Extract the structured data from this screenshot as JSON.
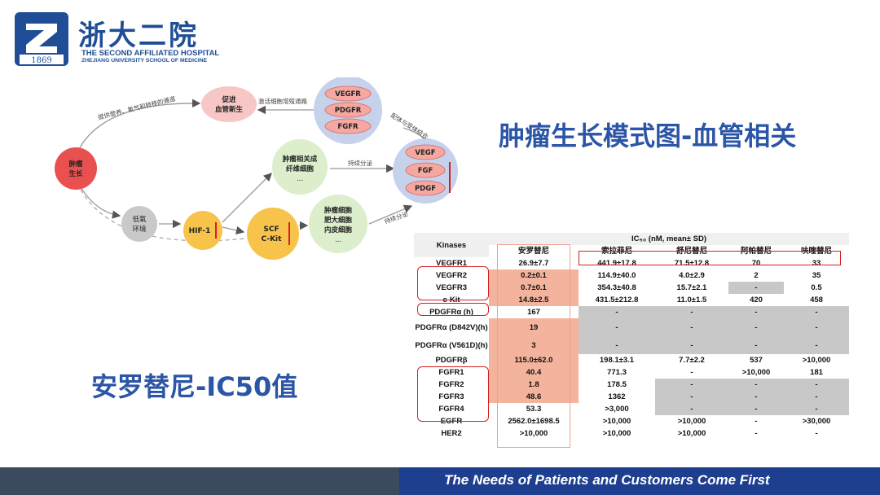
{
  "header": {
    "logo_year": "1869",
    "logo_cn": "浙大二院",
    "logo_en_line1": "THE SECOND AFFILIATED HOSPITAL",
    "logo_en_line2": "ZHEJIANG UNIVERSITY SCHOOL OF MEDICINE"
  },
  "slide": {
    "title_right": "肿瘤生长模式图-血管相关",
    "title_left": "安罗替尼-IC50值",
    "footer": "The Needs of Patients and Customers Come First"
  },
  "diagram": {
    "tumor": [
      "肿瘤",
      "生长"
    ],
    "hypoxia": [
      "低氧",
      "环境"
    ],
    "hif": "HIF-1",
    "scf": [
      "SCF",
      "C-Kit"
    ],
    "fibro": [
      "肿瘤相关成",
      "纤维细胞",
      "..."
    ],
    "mast": [
      "肿瘤细胞",
      "肥大细胞",
      "内皮细胞",
      "..."
    ],
    "angio": [
      "促进",
      "血管新生"
    ],
    "cluster_top": [
      "VEGFR",
      "PDGFR",
      "FGFR"
    ],
    "cluster_right": [
      "VEGF",
      "FGF",
      "PDGF"
    ],
    "arrow_nutrients": "提供营养、氧气和转移的通道",
    "arrow_activate": "激活细胞增殖通路",
    "arrow_ligand": "配体与受体结合",
    "arrow_secrete1": "持续分泌",
    "arrow_secrete2": "持续分泌"
  },
  "table": {
    "kinases_header": "Kinases",
    "ic50_header": "IC₅₀ (nM, mean± SD)",
    "drugs": [
      "安罗替尼",
      "索拉菲尼",
      "舒尼替尼",
      "阿帕替尼",
      "呋喹替尼"
    ],
    "rows": [
      [
        "VEGFR1",
        "26.9±7.7",
        "441.9±17.8",
        "71.5±12.8",
        "70",
        "33"
      ],
      [
        "VEGFR2",
        "0.2±0.1",
        "114.9±40.0",
        "4.0±2.9",
        "2",
        "35"
      ],
      [
        "VEGFR3",
        "0.7±0.1",
        "354.3±40.8",
        "15.7±2.1",
        "-",
        "0.5"
      ],
      [
        "c-Kit",
        "14.8±2.5",
        "431.5±212.8",
        "11.0±1.5",
        "420",
        "458"
      ],
      [
        "PDGFRα (h)",
        "167",
        "-",
        "-",
        "-",
        "-"
      ],
      [
        "PDGFRα (D842V)(h)",
        "19",
        "-",
        "-",
        "-",
        "-"
      ],
      [
        "PDGFRα (V561D)(h)",
        "3",
        "-",
        "-",
        "-",
        "-"
      ],
      [
        "PDGFRβ",
        "115.0±62.0",
        "198.1±3.1",
        "7.7±2.2",
        "537",
        ">10,000"
      ],
      [
        "FGFR1",
        "40.4",
        "771.3",
        "-",
        ">10,000",
        "181"
      ],
      [
        "FGFR2",
        "1.8",
        "178.5",
        "-",
        "-",
        "-"
      ],
      [
        "FGFR3",
        "48.6",
        "1362",
        "-",
        "-",
        "-"
      ],
      [
        "FGFR4",
        "53.3",
        ">3,000",
        "-",
        "-",
        "-"
      ],
      [
        "EGFR",
        "2562.0±1698.5",
        ">10,000",
        ">10,000",
        "-",
        ">30,000"
      ],
      [
        "HER2",
        ">10,000",
        ">10,000",
        ">10,000",
        "-",
        "-"
      ]
    ]
  }
}
